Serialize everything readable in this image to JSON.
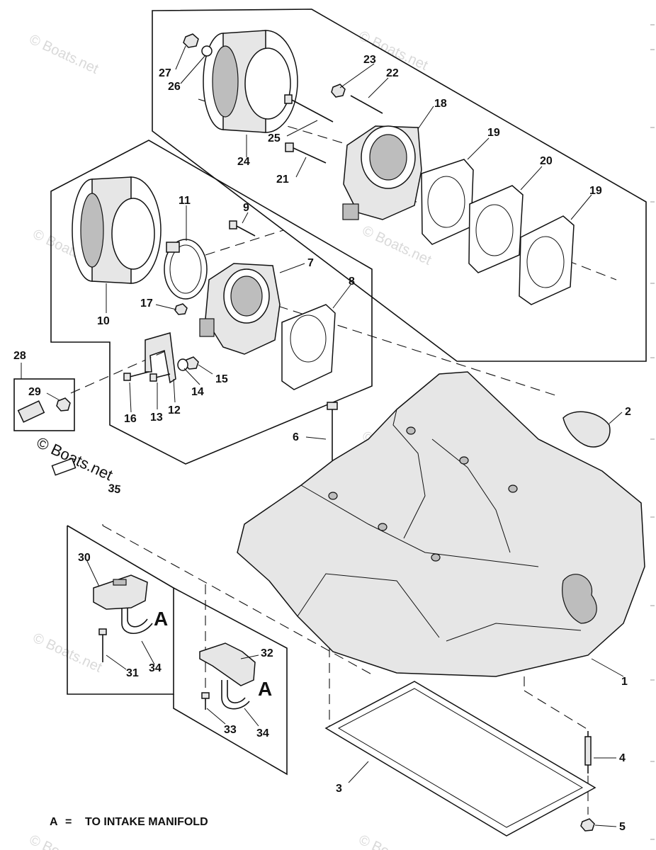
{
  "callouts": {
    "c1": "1",
    "c2": "2",
    "c3": "3",
    "c4": "4",
    "c5": "5",
    "c6": "6",
    "c7": "7",
    "c8": "8",
    "c9": "9",
    "c10": "10",
    "c11": "11",
    "c12": "12",
    "c13": "13",
    "c14": "14",
    "c15": "15",
    "c16": "16",
    "c17": "17",
    "c18": "18",
    "c19a": "19",
    "c19b": "19",
    "c20": "20",
    "c21": "21",
    "c22": "22",
    "c23": "23",
    "c24": "24",
    "c25": "25",
    "c26": "26",
    "c27": "27",
    "c28": "28",
    "c29": "29",
    "c30": "30",
    "c31": "31",
    "c32": "32",
    "c33": "33",
    "c34a": "34",
    "c34b": "34",
    "c35": "35"
  },
  "hose_marker_a1": "A",
  "hose_marker_a2": "A",
  "legend": {
    "key": "A",
    "equals": "=",
    "text": "TO INTAKE MANIFOLD"
  },
  "watermark": {
    "symbol": "©",
    "text": "Boats.net"
  }
}
